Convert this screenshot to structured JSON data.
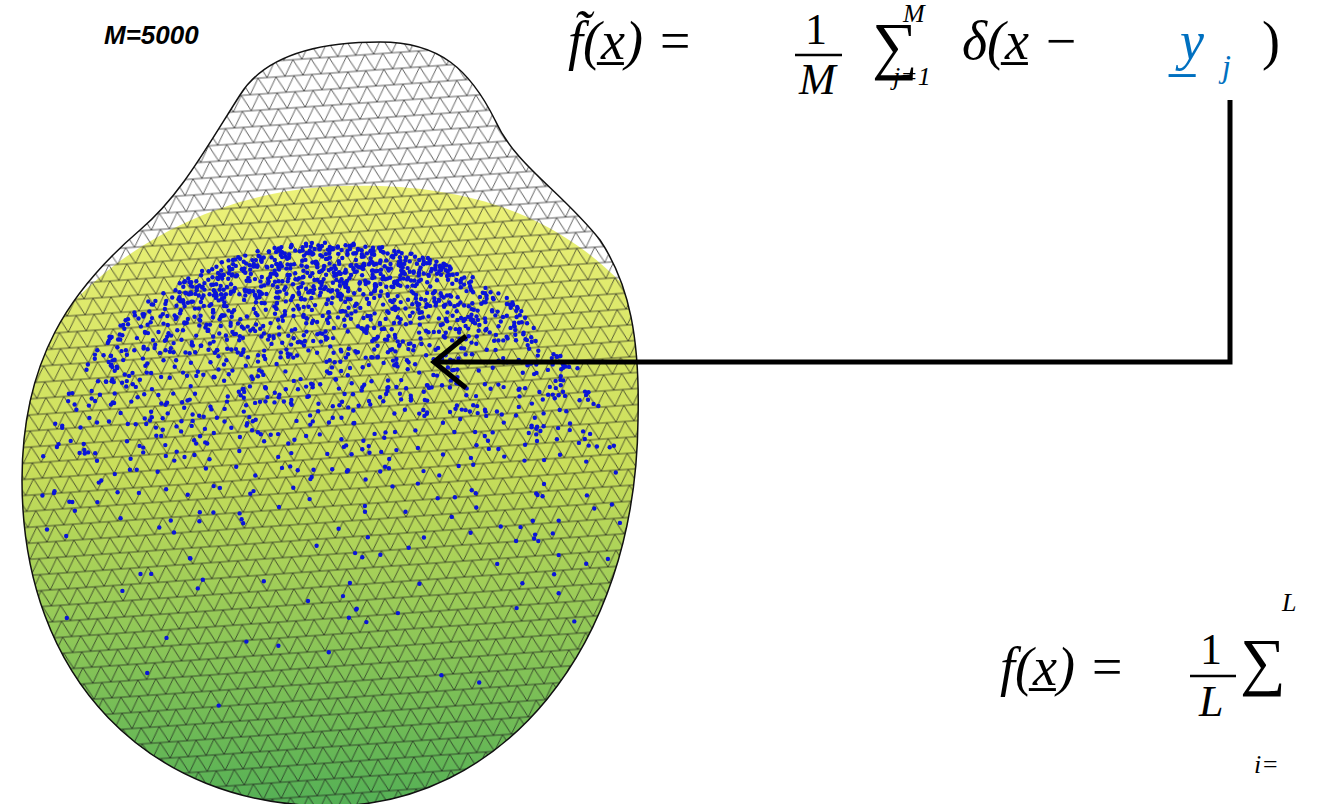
{
  "diagram": {
    "labels": [
      "M=5000",
      "f̃(x̲) =",
      "1",
      "M",
      "M",
      "∑",
      "j=1",
      "δ(x̲ −",
      "y̲",
      "j",
      ")",
      "f(x̲) =",
      "1",
      "L",
      "L",
      "∑",
      "i="
    ]
  }
}
